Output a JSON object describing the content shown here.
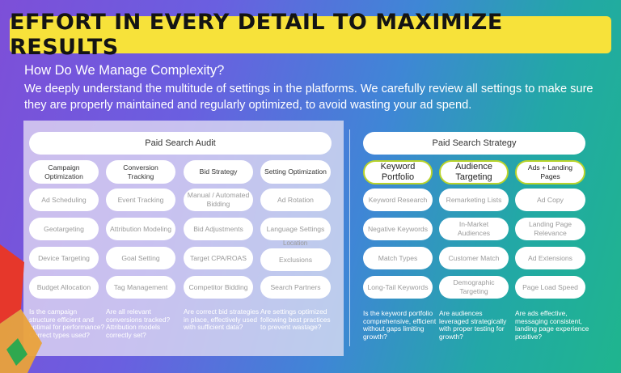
{
  "headline": "EFFORT IN EVERY DETAIL TO MAXIMIZE RESULTS",
  "subheading": "How Do We Manage Complexity?",
  "intro": "We deeply understand the multitude of settings in the platforms. We carefully review all settings to make sure they are properly maintained and regularly optimized, to avoid wasting your ad spend.",
  "audit": {
    "title": "Paid Search Audit",
    "columns": [
      {
        "heading": "Campaign Optimization",
        "items": [
          "Ad Scheduling",
          "Geotargeting",
          "Device Targeting",
          "Budget Allocation"
        ],
        "question": "Is the campaign structure efficient and optimal for performance? Correct types used?"
      },
      {
        "heading": "Conversion Tracking",
        "items": [
          "Event Tracking",
          "Attribution Modeling",
          "Goal Setting",
          "Tag Management"
        ],
        "question": "Are all relevant conversions tracked? Attribution models correctly set?"
      },
      {
        "heading": "Bid Strategy",
        "items": [
          "Manual / Automated Bidding",
          "Bid Adjustments",
          "Target CPA/ROAS",
          "Competitor Bidding"
        ],
        "question": "Are correct bid strategies in place, effectively used with sufficient data?"
      },
      {
        "heading": "Setting Optimization",
        "items": [
          "Ad Rotation",
          "Language Settings",
          "Exclusions",
          "Search Partners"
        ],
        "question": "Are settings optimized following best practices to prevent wastage?"
      }
    ],
    "stray_label": "Location"
  },
  "strategy": {
    "title": "Paid Search Strategy",
    "columns": [
      {
        "heading": "Keyword Portfolio",
        "items": [
          "Keyword Research",
          "Negative Keywords",
          "Match Types",
          "Long-Tail Keywords"
        ],
        "question": "Is the keyword portfolio comprehensive, efficient without gaps limiting growth?"
      },
      {
        "heading": "Audience Targeting",
        "items": [
          "Remarketing Lists",
          "In-Market Audiences",
          "Customer Match",
          "Demographic Targeting"
        ],
        "question": "Are audiences leveraged strategically with proper testing for growth?"
      },
      {
        "heading": "Ads + Landing Pages",
        "items": [
          "Ad Copy",
          "Landing Page Relevance",
          "Ad Extensions",
          "Page Load Speed"
        ],
        "question": "Are ads effective, messaging consistent, landing page experience positive?"
      }
    ]
  },
  "colors": {
    "banner": "#f7e23a",
    "accent_border": "#b9d32a",
    "text_muted": "#9a9a9a"
  }
}
